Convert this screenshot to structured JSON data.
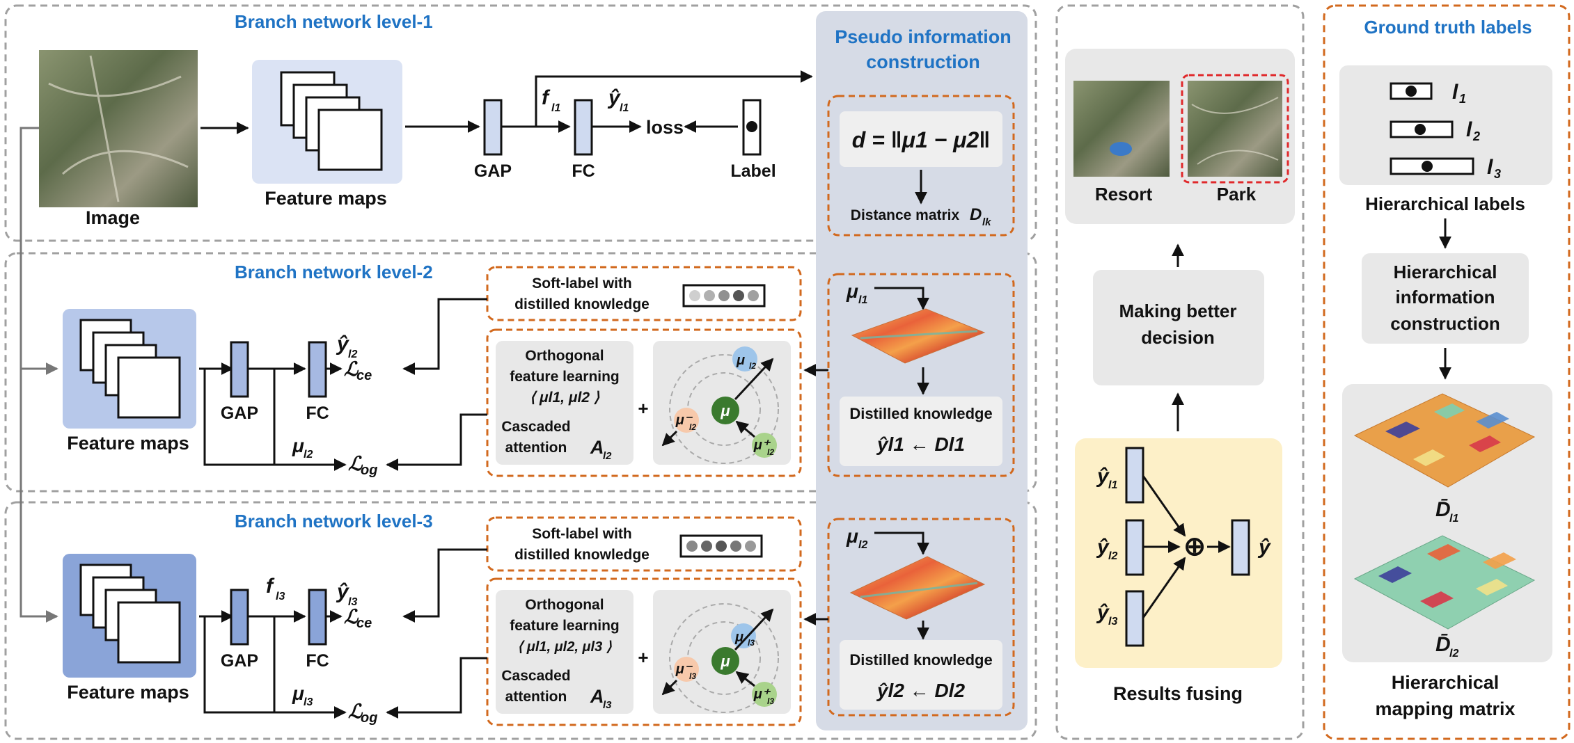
{
  "branch1": {
    "title": "Branch network level-1",
    "image_label": "Image",
    "feature_maps": "Feature maps",
    "gap": "GAP",
    "fc": "FC",
    "feature_symbol": "f",
    "feature_sub": "l1",
    "pred_symbol": "ŷ",
    "pred_sub": "l1",
    "loss": "loss",
    "label": "Label"
  },
  "branch2": {
    "title": "Branch network level-2",
    "feature_maps": "Feature maps",
    "gap": "GAP",
    "fc": "FC",
    "pred_symbol": "ŷ",
    "pred_sub": "l2",
    "mu_symbol": "μ",
    "mu_sub": "l2",
    "loss_ce": "ℒ",
    "loss_ce_sub": "ce",
    "loss_og": "ℒ",
    "loss_og_sub": "og",
    "soft_label_line1": "Soft-label with",
    "soft_label_line2": "distilled knowledge",
    "ortho_line1": "Orthogonal",
    "ortho_line2": "feature learning",
    "ortho_formula": "⟨ μl1, μl2 ⟩",
    "cascaded_line1": "Cascaded",
    "cascaded_line2": "attention",
    "attention_symbol": "A",
    "attention_sub": "l2",
    "plus": "+",
    "circle_mu": "μ",
    "circle_neg": "μ⁻",
    "circle_neg_sub": "l2",
    "circle_pos": "μ⁺",
    "circle_pos_sub": "l2",
    "circle_top": "μ",
    "circle_top_sub": "l2"
  },
  "branch3": {
    "title": "Branch network level-3",
    "feature_maps": "Feature maps",
    "gap": "GAP",
    "fc": "FC",
    "feature_symbol": "f",
    "feature_sub": "l3",
    "pred_symbol": "ŷ",
    "pred_sub": "l3",
    "mu_symbol": "μ",
    "mu_sub": "l3",
    "loss_ce": "ℒ",
    "loss_ce_sub": "ce",
    "loss_og": "ℒ",
    "loss_og_sub": "og",
    "soft_label_line1": "Soft-label with",
    "soft_label_line2": "distilled knowledge",
    "ortho_line1": "Orthogonal",
    "ortho_line2": "feature learning",
    "ortho_formula": "⟨ μl1, μl2, μl3 ⟩",
    "cascaded_line1": "Cascaded",
    "cascaded_line2": "attention",
    "attention_symbol": "A",
    "attention_sub": "l3",
    "plus": "+",
    "circle_mu": "μ",
    "circle_neg": "μ⁻",
    "circle_neg_sub": "l3",
    "circle_pos": "μ⁺",
    "circle_pos_sub": "l3",
    "circle_top": "μ",
    "circle_top_sub": "l3"
  },
  "pseudo": {
    "title_line1": "Pseudo information",
    "title_line2": "construction",
    "distance_formula": "d = ‖μ1 − μ2‖",
    "distance_caption": "Distance matrix",
    "distance_symbol": "D",
    "distance_sub": "lk",
    "mu1": "μ",
    "mu1_sub": "l1",
    "mu2": "μ",
    "mu2_sub": "l2",
    "distilled1_title": "Distilled knowledge",
    "distilled1_formula": "ŷl1 ← Dl1",
    "distilled2_title": "Distilled knowledge",
    "distilled2_formula": "ŷl2 ← Dl2"
  },
  "results": {
    "resort": "Resort",
    "park": "Park",
    "decision_line1": "Making better",
    "decision_line2": "decision",
    "caption": "Results fusing",
    "y1": "ŷ",
    "y1_sub": "l1",
    "y2": "ŷ",
    "y2_sub": "l2",
    "y3": "ŷ",
    "y3_sub": "l3",
    "y_out": "ŷ",
    "oplus": "⊕"
  },
  "ground_truth": {
    "title": "Ground truth labels",
    "l1": "l",
    "l1_sub": "1",
    "l2": "l",
    "l2_sub": "2",
    "l3": "l",
    "l3_sub": "3",
    "hier_labels": "Hierarchical labels",
    "hier_info_line1": "Hierarchical",
    "hier_info_line2": "information",
    "hier_info_line3": "construction",
    "d1_symbol": "D̄",
    "d1_sub": "l1",
    "d2_symbol": "D̄",
    "d2_sub": "l2",
    "caption_line1": "Hierarchical",
    "caption_line2": "mapping matrix"
  },
  "colors": {
    "title_blue": "#1f73c4",
    "dashed_orange": "#d2691e",
    "panel_gray": "#e8e8e8",
    "pseudo_bg": "#d6dbe6",
    "fusing_bg": "#fdf0c8",
    "bar_fill": "#cfdaf0",
    "park_red": "#e0292b"
  }
}
